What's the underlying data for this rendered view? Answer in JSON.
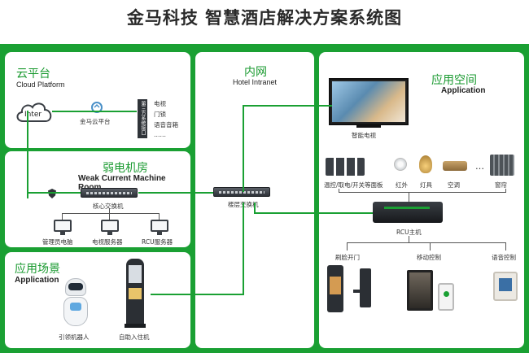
{
  "title": "金马科技 智慧酒店解决方案系统图",
  "cloud": {
    "zh": "云平台",
    "en": "Cloud Platform",
    "inter": "Inter",
    "jinma_cloud": "金马云平台",
    "third_party": "第三方系统接口",
    "services": [
      "电视",
      "门锁",
      "语音音箱",
      "……"
    ]
  },
  "weak_room": {
    "zh": "弱电机房",
    "en": "Weak Current Machine Room",
    "core_switch": "核心交换机",
    "devices": [
      "管理员电脑",
      "电视服务器",
      "RCU服务器"
    ]
  },
  "app_scene": {
    "zh": "应用场景",
    "en": "Application",
    "robot": "引领机器人",
    "checkin": "自助入住机"
  },
  "intranet": {
    "zh": "内网",
    "en": "Hotel Intranet",
    "floor_switch": "楼层交换机"
  },
  "app_space": {
    "zh": "应用空间",
    "en": "Application",
    "smart_tv": "智能电视",
    "devices": [
      "温控/取电/开关等面板",
      "红外",
      "灯具",
      "空调",
      "窗帘"
    ],
    "rcu": "RCU主机",
    "controls": [
      "刷脸开门",
      "移动控制",
      "语音控制"
    ]
  }
}
